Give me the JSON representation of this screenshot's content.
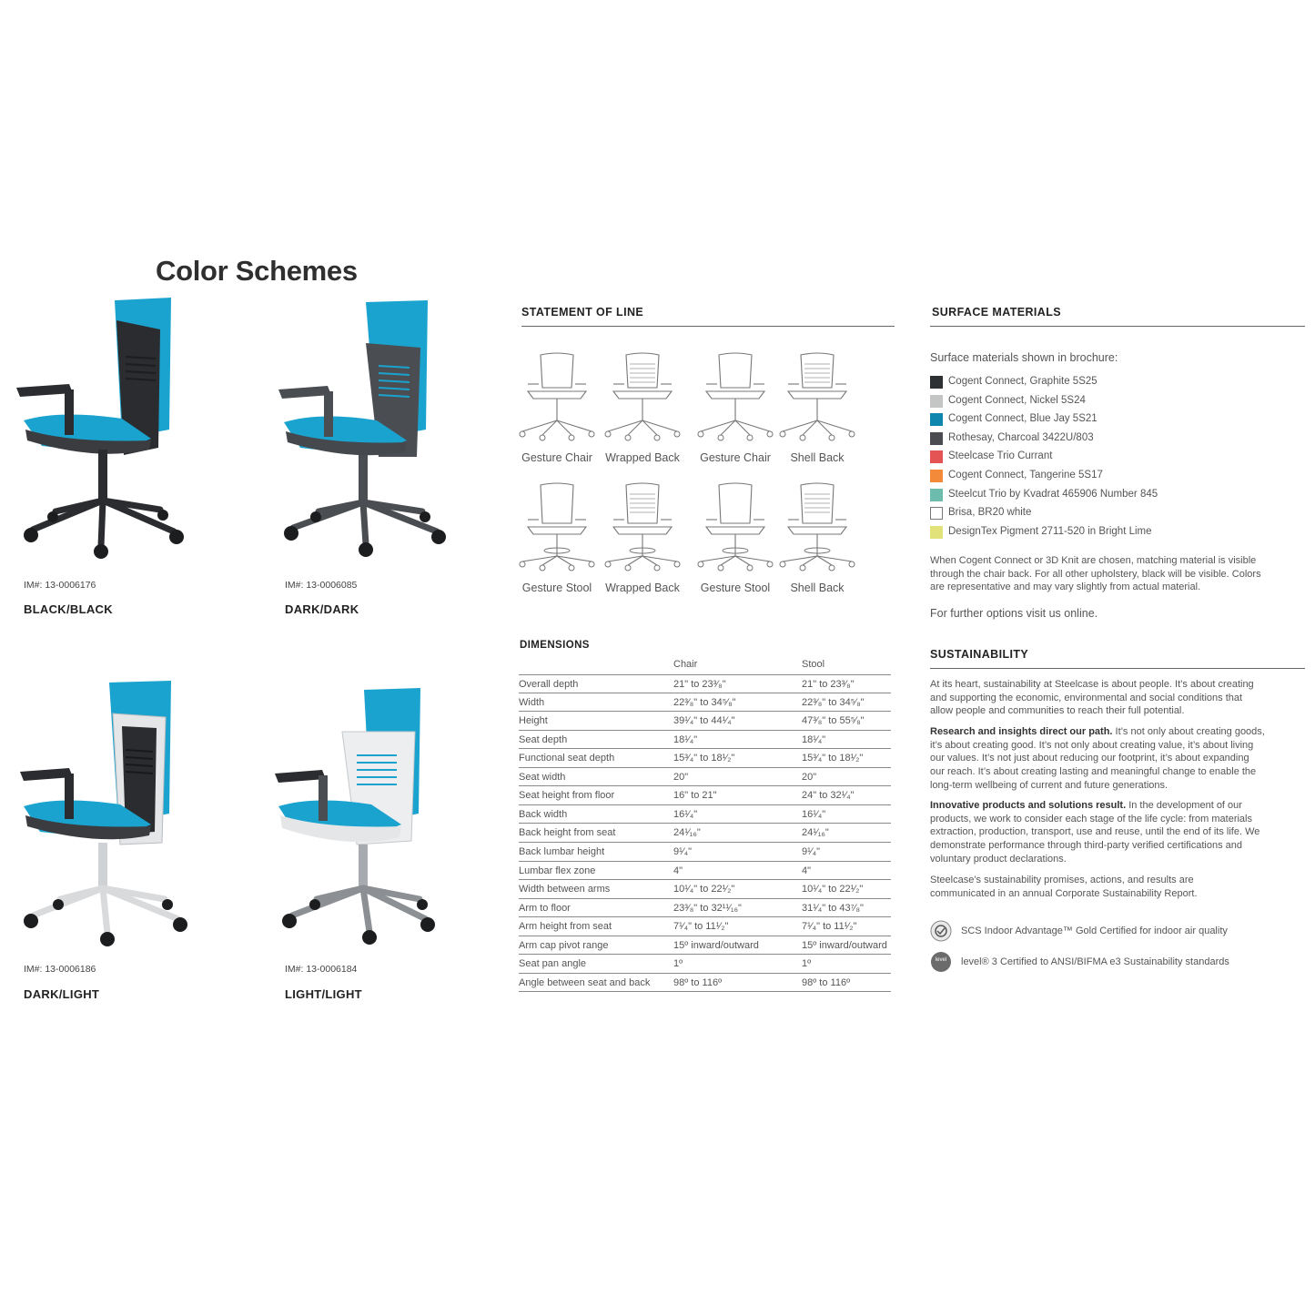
{
  "title": "Color Schemes",
  "schemes": [
    {
      "im": "IM#: 13-0006176",
      "name": "BLACK/BLACK"
    },
    {
      "im": "IM#: 13-0006085",
      "name": "DARK/DARK"
    },
    {
      "im": "IM#: 13-0006186",
      "name": "DARK/LIGHT"
    },
    {
      "im": "IM#: 13-0006184",
      "name": "LIGHT/LIGHT"
    }
  ],
  "statement": {
    "heading": "STATEMENT OF LINE",
    "items": [
      "Gesture Chair",
      "Wrapped Back",
      "Gesture Chair",
      "Shell Back",
      "Gesture Stool",
      "Wrapped Back",
      "Gesture Stool",
      "Shell Back"
    ]
  },
  "dimensions": {
    "heading": "DIMENSIONS",
    "columns": [
      "Chair",
      "Stool"
    ],
    "rows": [
      [
        "Overall depth",
        "21\" to 23³⁄₈\"",
        "21\" to 23³⁄₈\""
      ],
      [
        "Width",
        "22³⁄₈\" to 34⁵⁄₈\"",
        "22³⁄₈\" to 34⁵⁄₈\""
      ],
      [
        "Height",
        "39¹⁄₄\" to 44¹⁄₄\"",
        "47³⁄₈\" to 55⁵⁄₈\""
      ],
      [
        "Seat depth",
        "18¹⁄₄\"",
        "18¹⁄₄\""
      ],
      [
        "Functional seat depth",
        "15³⁄₄\" to 18¹⁄₂\"",
        "15³⁄₄\" to 18¹⁄₂\""
      ],
      [
        "Seat width",
        "20\"",
        "20\""
      ],
      [
        "Seat height from floor",
        "16\" to 21\"",
        "24\" to 32¹⁄₄\""
      ],
      [
        "Back width",
        "16¹⁄₄\"",
        "16¹⁄₄\""
      ],
      [
        "Back height from seat",
        "24¹⁄₁₆\"",
        "24¹⁄₁₆\""
      ],
      [
        "Back lumbar height",
        "9¹⁄₄\"",
        "9¹⁄₄\""
      ],
      [
        "Lumbar flex zone",
        "4\"",
        "4\""
      ],
      [
        "Width between arms",
        "10¹⁄₄\" to 22¹⁄₂\"",
        "10¹⁄₄\" to 22¹⁄₂\""
      ],
      [
        "Arm to floor",
        "23³⁄₈\" to 32¹¹⁄₁₆\"",
        "31¹⁄₄\" to 43⁷⁄₈\""
      ],
      [
        "Arm height from seat",
        "7¹⁄₄\" to 11¹⁄₂\"",
        "7¹⁄₄\" to 11¹⁄₂\""
      ],
      [
        "Arm cap pivot range",
        "15º inward/outward",
        "15º inward/outward"
      ],
      [
        "Seat pan angle",
        "1º",
        "1º"
      ],
      [
        "Angle between seat and back",
        "98º to 116º",
        "98º to 116º"
      ]
    ]
  },
  "surface": {
    "heading": "SURFACE MATERIALS",
    "intro": "Surface materials shown in brochure:",
    "materials": [
      {
        "label": "Cogent Connect, Graphite 5S25",
        "color": "#2d3134"
      },
      {
        "label": "Cogent Connect, Nickel 5S24",
        "color": "#c4c6c6"
      },
      {
        "label": "Cogent Connect, Blue Jay 5S21",
        "color": "#0f86ae"
      },
      {
        "label": "Rothesay, Charcoal 3422U/803",
        "color": "#4a4c51"
      },
      {
        "label": "Steelcase Trio Currant",
        "color": "#e45454"
      },
      {
        "label": "Cogent Connect, Tangerine 5S17",
        "color": "#f38a3a"
      },
      {
        "label": "Steelcut Trio by Kvadrat 465906 Number 845",
        "color": "#6dbcae"
      },
      {
        "label": "Brisa, BR20 white",
        "color": "#ffffff"
      },
      {
        "label": "DesignTex Pigment 2711-520 in Bright Lime",
        "color": "#e2e27a"
      }
    ],
    "note": "When Cogent Connect or 3D Knit are chosen, matching material is visible through the chair back. For all other upholstery, black will be  visible. Colors are representative and may vary slightly from actual material.",
    "further": "For further options visit us online."
  },
  "sustainability": {
    "heading": "SUSTAINABILITY",
    "p1": "At its heart, sustainability at Steelcase is about people. It’s about creating and supporting the economic, environmental and social conditions that allow people and communities to reach their full potential.",
    "p2_bold": "Research and insights direct our path.",
    "p2": " It’s not only about creating goods, it’s about creating good. It’s not only about creating value, it’s about living our values. It’s not just about reducing our footprint, it’s about expanding our reach. It’s about creating lasting and meaningful change to enable the long-term wellbeing of current and future generations.",
    "p3_bold": "Innovative products and solutions result.",
    "p3": " In the development of our products, we work to consider each stage of the life cycle: from materials extraction, production, transport, use and reuse, until the end of its life. We demonstrate performance through third-party verified certifications and voluntary product declarations.",
    "p4": "Steelcase’s sustainability promises, actions, and results are communicated in an annual Corporate Sustainability Report.",
    "certs": [
      "SCS Indoor Advantage™ Gold Certified for indoor air quality",
      "level® 3 Certified to ANSI/BIFMA e3 Sustainability standards"
    ],
    "level_icon_text": "level"
  },
  "colors": {
    "fabric_blue": "#1aa3cf",
    "frame_black": "#2a2c2f",
    "frame_dark": "#4a4d52",
    "frame_light": "#d8dadc"
  }
}
